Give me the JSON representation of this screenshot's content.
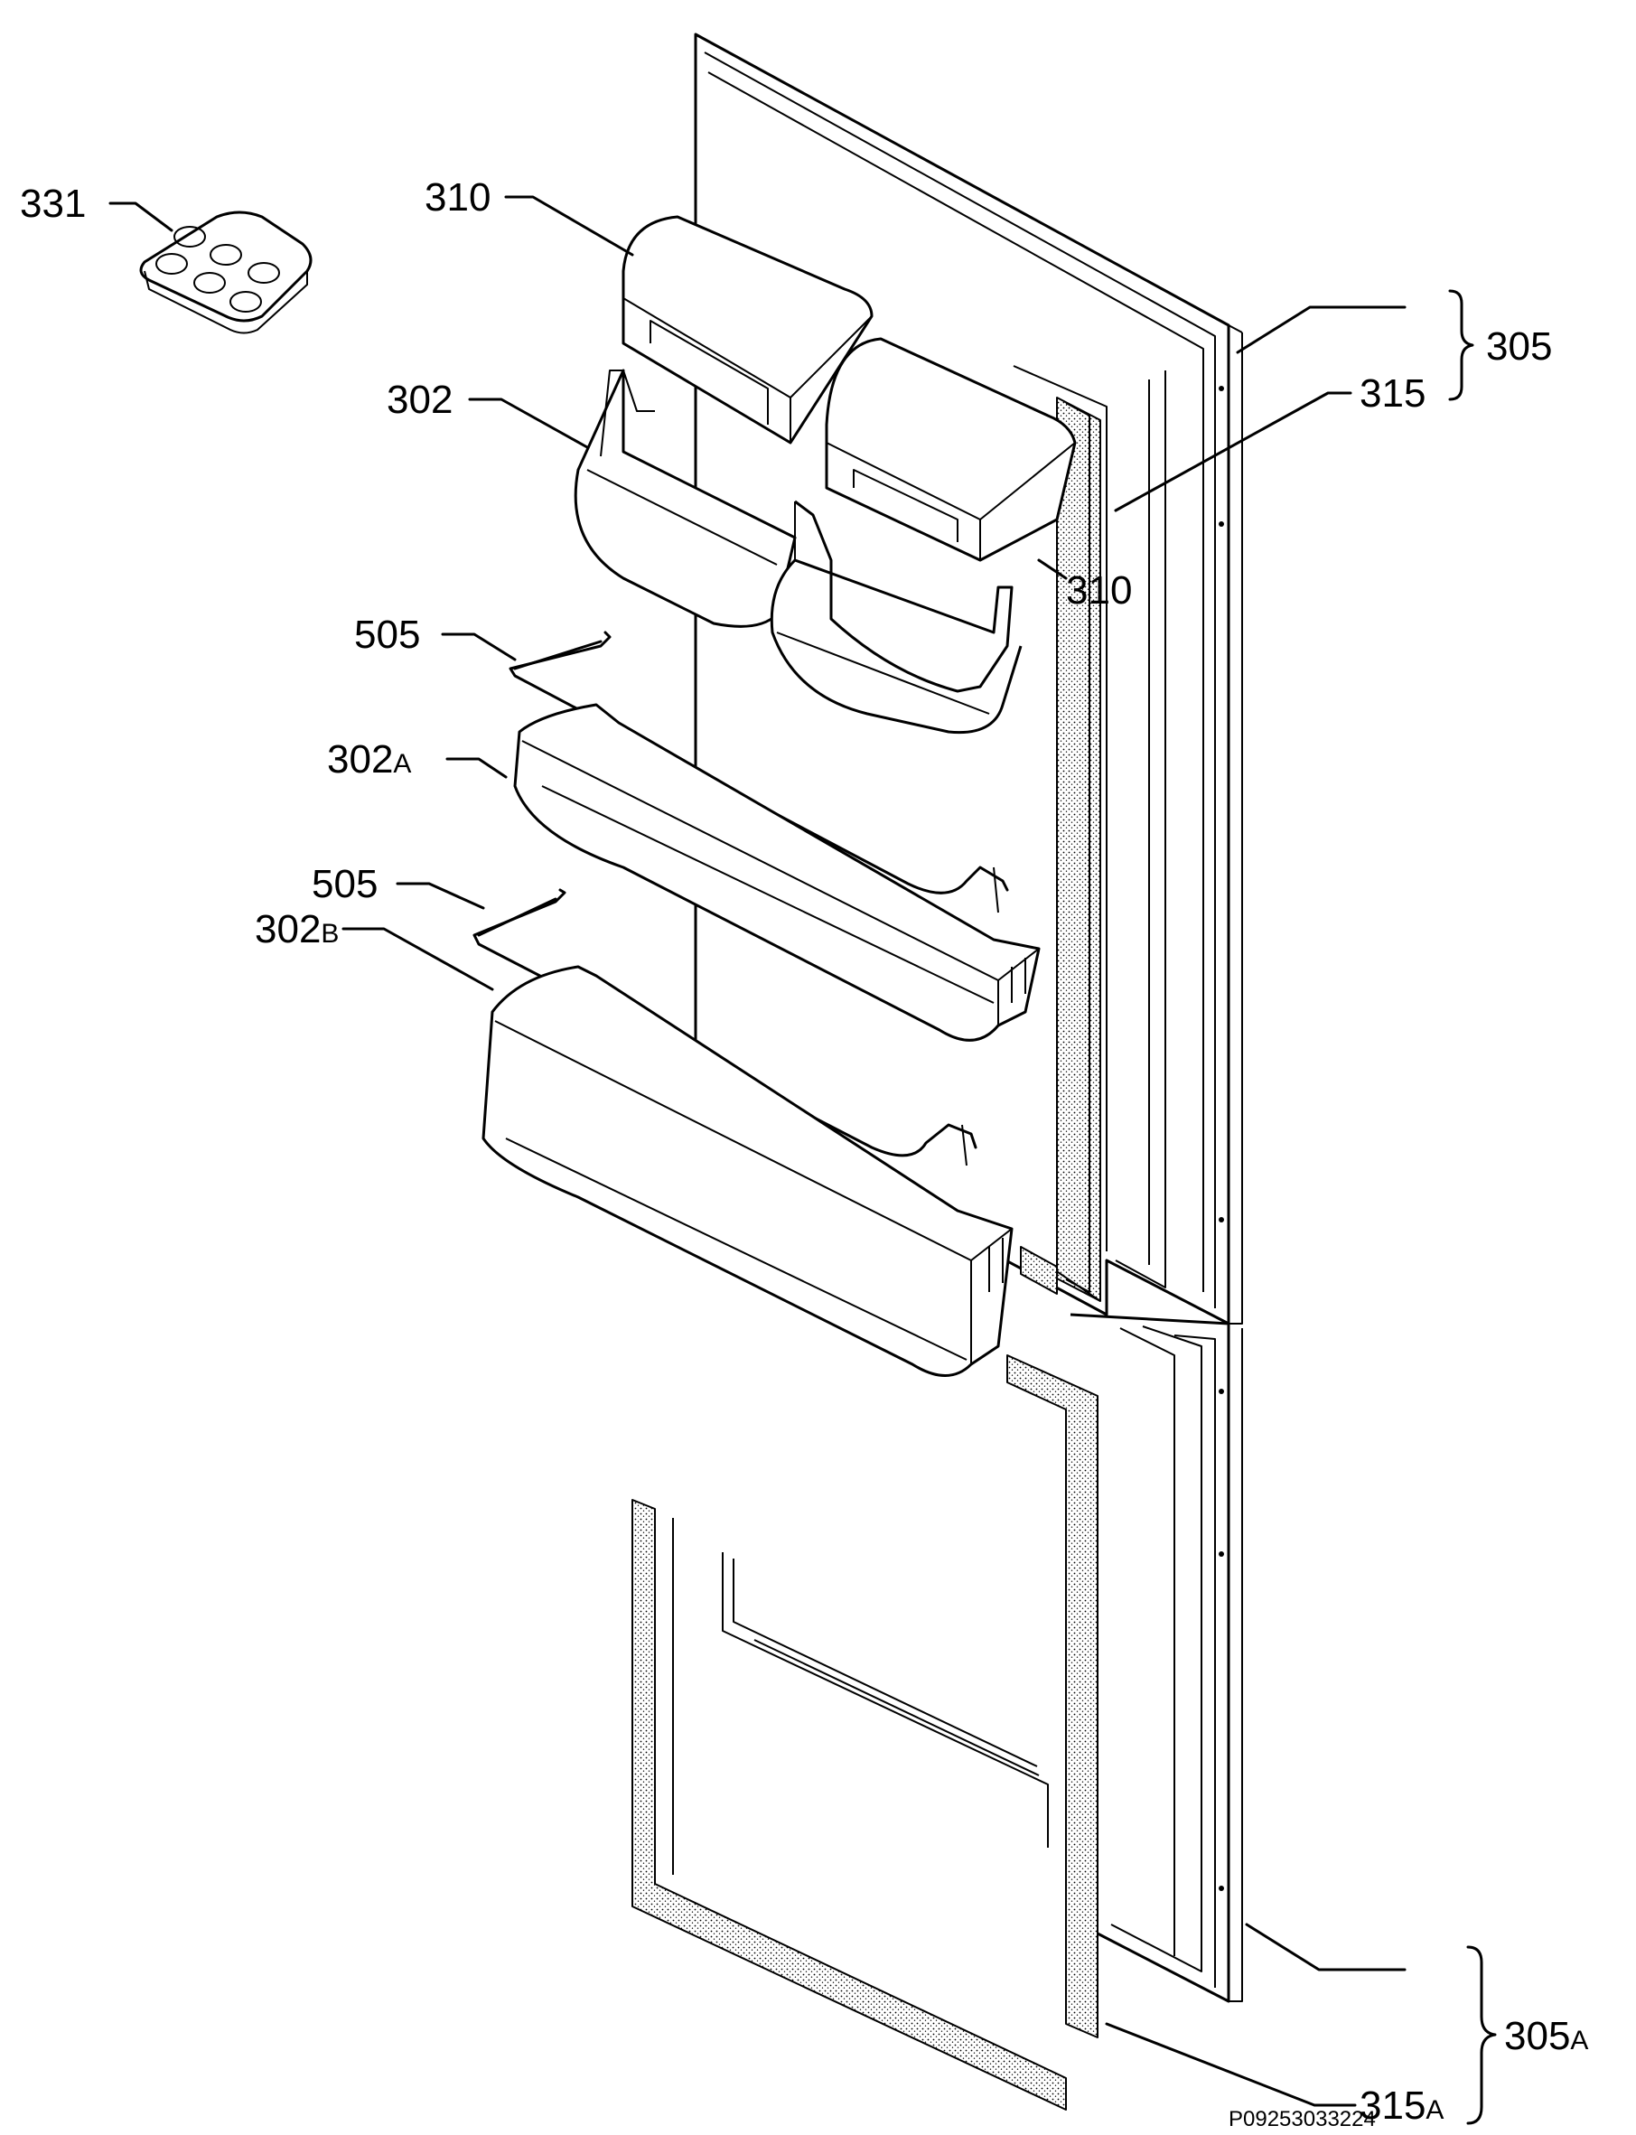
{
  "callouts": {
    "c331": "331",
    "c310_top": "310",
    "c302": "302",
    "c310_right": "310",
    "c505_upper": "505",
    "c302A_num": "302",
    "c302A_suffix": "A",
    "c505_lower": "505",
    "c302B_num": "302",
    "c302B_suffix": "B",
    "c305": "305",
    "c315": "315",
    "c305A_num": "305",
    "c305A_suffix": "A",
    "c315A_num": "315",
    "c315A_suffix": "A"
  },
  "drawing_code": "P09253033224"
}
